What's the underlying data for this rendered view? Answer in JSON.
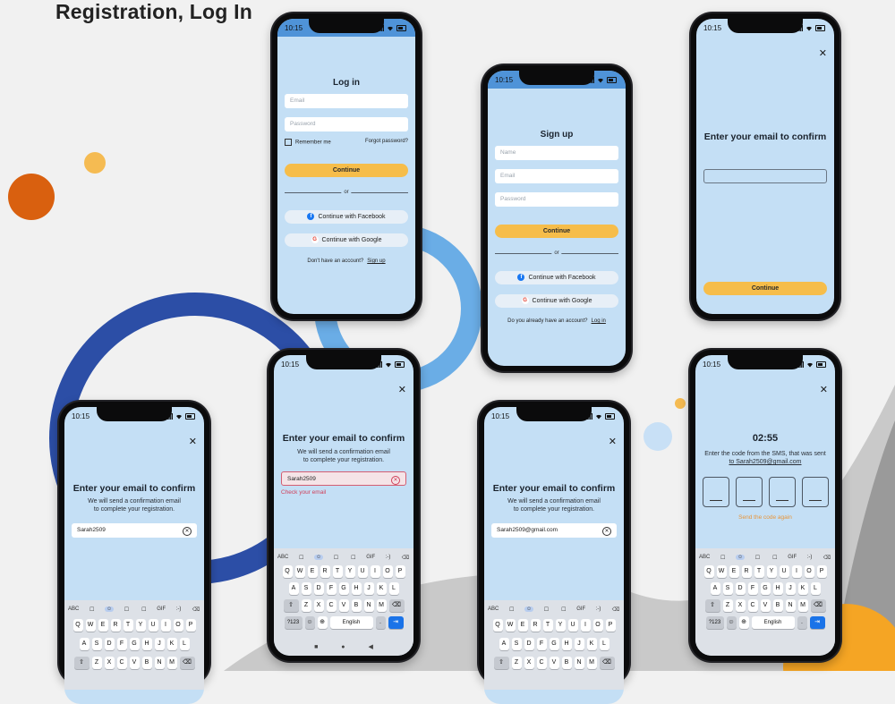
{
  "page_title": "Registration, Log In",
  "status_time": "10:15",
  "login": {
    "title": "Log in",
    "email_placeholder": "Email",
    "password_placeholder": "Password",
    "remember": "Remember me",
    "forgot": "Forgot password?",
    "continue": "Continue",
    "or": "or",
    "facebook": "Continue with Facebook",
    "google": "Continue with Google",
    "footer_text": "Don't have an account?",
    "footer_link": "Sign up"
  },
  "signup": {
    "title": "Sign up",
    "name_placeholder": "Name",
    "email_placeholder": "Email",
    "password_placeholder": "Password",
    "continue": "Continue",
    "or": "or",
    "facebook": "Continue with Facebook",
    "google": "Continue with Google",
    "footer_text": "Do you already have an account?",
    "footer_link": "Log in"
  },
  "confirm_empty": {
    "heading": "Enter your email to confirm",
    "continue": "Continue"
  },
  "confirm_typing": {
    "heading": "Enter your email to confirm",
    "sub1": "We will send a confirmation email",
    "sub2": "to complete your registration.",
    "value": "Sarah2509"
  },
  "confirm_error": {
    "heading": "Enter your email to confirm",
    "sub1": "We will send a confirmation email",
    "sub2": "to complete your registration.",
    "value": "Sarah2509",
    "error": "Check your email"
  },
  "confirm_full": {
    "heading": "Enter your email to confirm",
    "sub1": "We will send a confirmation email",
    "sub2": "to complete your registration.",
    "value": "Sarah2509@gmail.com"
  },
  "code": {
    "timer": "02:55",
    "sub1": "Enter the code from the SMS, that was sent",
    "sub2": "to Sarah2509@gmail.com",
    "resend": "Send the code again"
  },
  "keyboard": {
    "toolbar": [
      "ABC",
      "☐",
      "☺",
      "☐",
      "☐",
      "GIF",
      ":-)",
      "⌫"
    ],
    "row1": [
      "Q",
      "W",
      "E",
      "R",
      "T",
      "Y",
      "U",
      "I",
      "O",
      "P"
    ],
    "row2": [
      "A",
      "S",
      "D",
      "F",
      "G",
      "H",
      "J",
      "K",
      "L"
    ],
    "row3": [
      "Z",
      "X",
      "C",
      "V",
      "B",
      "N",
      "M"
    ],
    "sym": "?123",
    "space": "English",
    "period": ".",
    "enter": "⇥"
  },
  "colors": {
    "screen_bg": "#c4dff5",
    "accent_button": "#f6bd4a",
    "error": "#d0405a",
    "resend_link": "#e8953a"
  }
}
